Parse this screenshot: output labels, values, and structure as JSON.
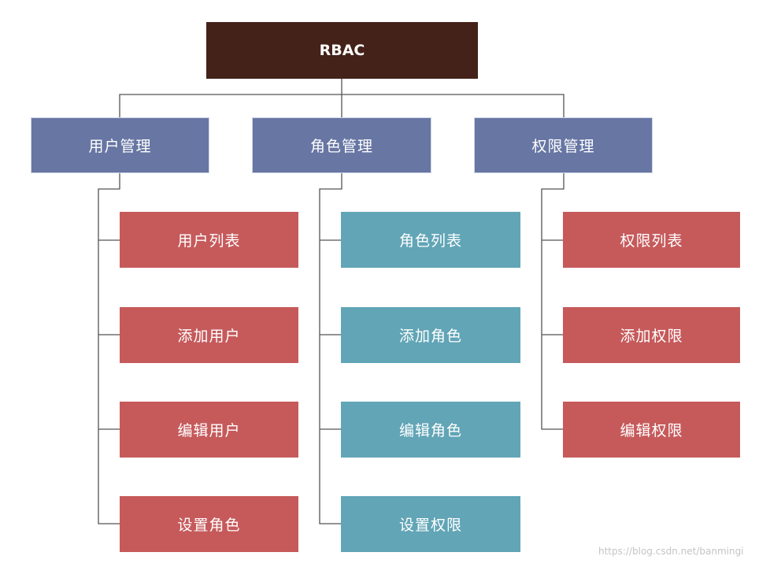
{
  "root": {
    "label": "RBAC"
  },
  "categories": [
    {
      "label": "用户管理",
      "children": [
        "用户列表",
        "添加用户",
        "编辑用户",
        "设置角色"
      ]
    },
    {
      "label": "角色管理",
      "children": [
        "角色列表",
        "添加角色",
        "编辑角色",
        "设置权限"
      ]
    },
    {
      "label": "权限管理",
      "children": [
        "权限列表",
        "添加权限",
        "编辑权限"
      ]
    }
  ],
  "colors": {
    "root": "#442219",
    "category": "#6776a3",
    "user_items": "#c65a5b",
    "role_items": "#61a5b6",
    "permission_items": "#c65a5b",
    "connector": "#555555"
  },
  "watermark": "https://blog.csdn.net/banmingi"
}
